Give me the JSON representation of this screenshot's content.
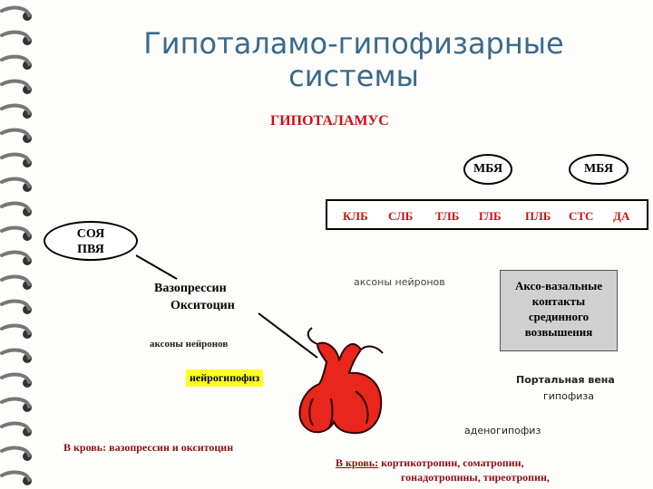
{
  "title": {
    "line1": "Гипоталамо-гипофизарные",
    "line2": "системы"
  },
  "hypothalamus": "ГИПОТАЛАМУС",
  "mbya_left": "МБЯ",
  "mbya_right": "МБЯ",
  "nuclei": [
    "КЛБ",
    "СЛБ",
    "ТЛБ",
    "ГЛБ",
    "ПЛБ",
    "СТС",
    "ДА"
  ],
  "soya": {
    "line1": "СОЯ",
    "line2": "ПВЯ"
  },
  "hormones": {
    "vasopressin": "Вазопрессин",
    "oxytocin": "Окситоцин"
  },
  "axons_left": "аксоны нейронов",
  "axons_right": "аксоны нейронов",
  "neurohypophysis": "нейрогипофиз",
  "axovasal": {
    "line1": "Аксо-вазальные",
    "line2": "контакты",
    "line3": "срединного",
    "line4": "возвышения"
  },
  "portal": {
    "line1": "Портальная  вена",
    "line2": "гипофиза"
  },
  "adenohypophysis": "аденогипофиз",
  "blood_left": "В кровь:  вазопрессин и окситоцин",
  "blood_right": {
    "lead": "В кровь:",
    "line1": " кортикотропин, соматропин,",
    "line2": "гонадотропины, тиреотропин,"
  },
  "colors": {
    "title": "#3a6a8c",
    "accent_red": "#cc1010",
    "gland_red": "#e8261c",
    "highlight": "#ffff22"
  }
}
